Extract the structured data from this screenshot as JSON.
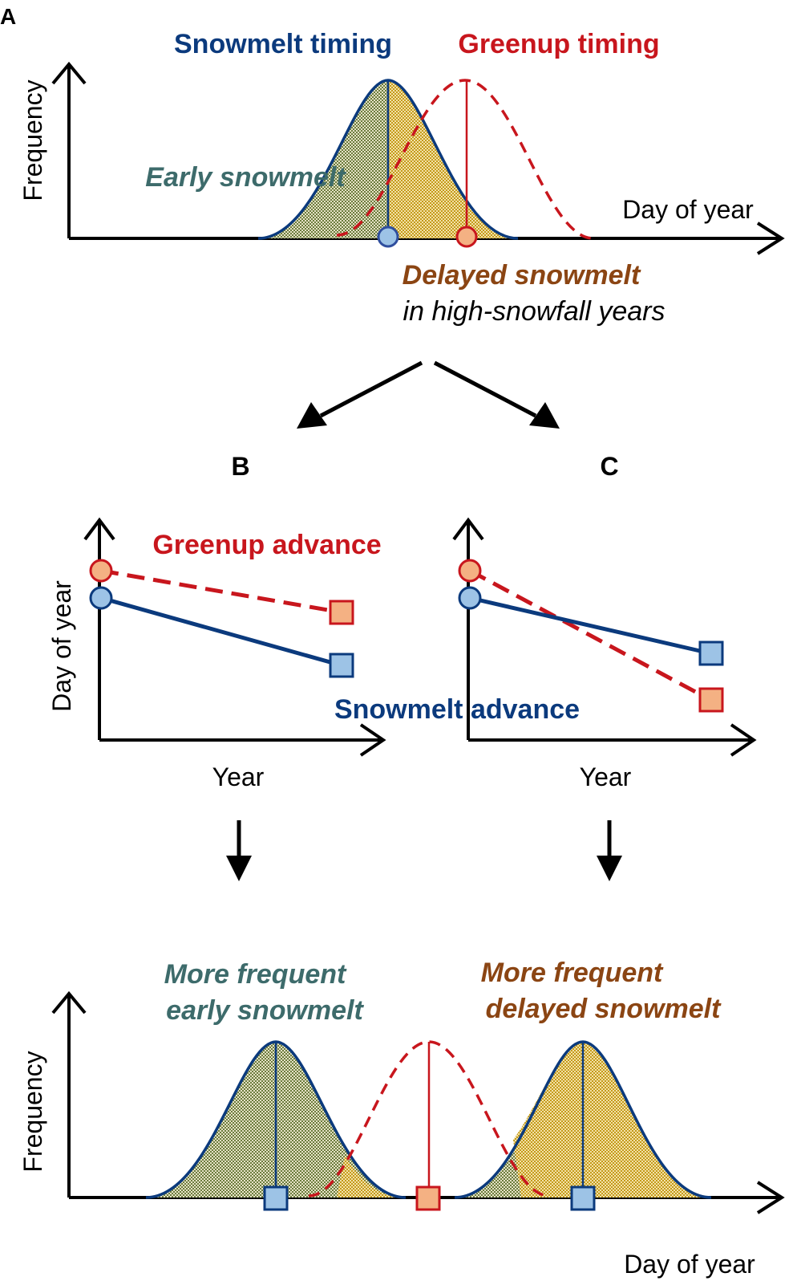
{
  "colors": {
    "snowmelt": "#0b3a7d",
    "greenup": "#c8161d",
    "early_text": "#3d6b6b",
    "delayed_text": "#8b4513",
    "blue_fill": "#9dc3e6",
    "red_fill": "#f4b183",
    "early_hatch": "#6b7c3c",
    "delayed_hatch": "#c49a1a"
  },
  "panel_labels": {
    "a": "A",
    "b": "B",
    "c": "C"
  },
  "panel_a": {
    "ylabel": "Frequency",
    "xlabel": "Day of year",
    "snowmelt_title": "Snowmelt timing",
    "greenup_title": "Greenup timing",
    "early_label": "Early snowmelt",
    "delayed_label": "Delayed snowmelt",
    "delayed_sub": "in high-snowfall years"
  },
  "panel_b": {
    "ylabel": "Day of year",
    "xlabel": "Year",
    "greenup_label": "Greenup advance",
    "snowmelt_label": "Snowmelt advance"
  },
  "panel_c": {
    "xlabel": "Year"
  },
  "panel_bottom": {
    "ylabel": "Frequency",
    "xlabel": "Day of year",
    "early_line1": "More frequent",
    "early_line2": "early snowmelt",
    "delayed_line1": "More frequent",
    "delayed_line2": "delayed snowmelt"
  }
}
